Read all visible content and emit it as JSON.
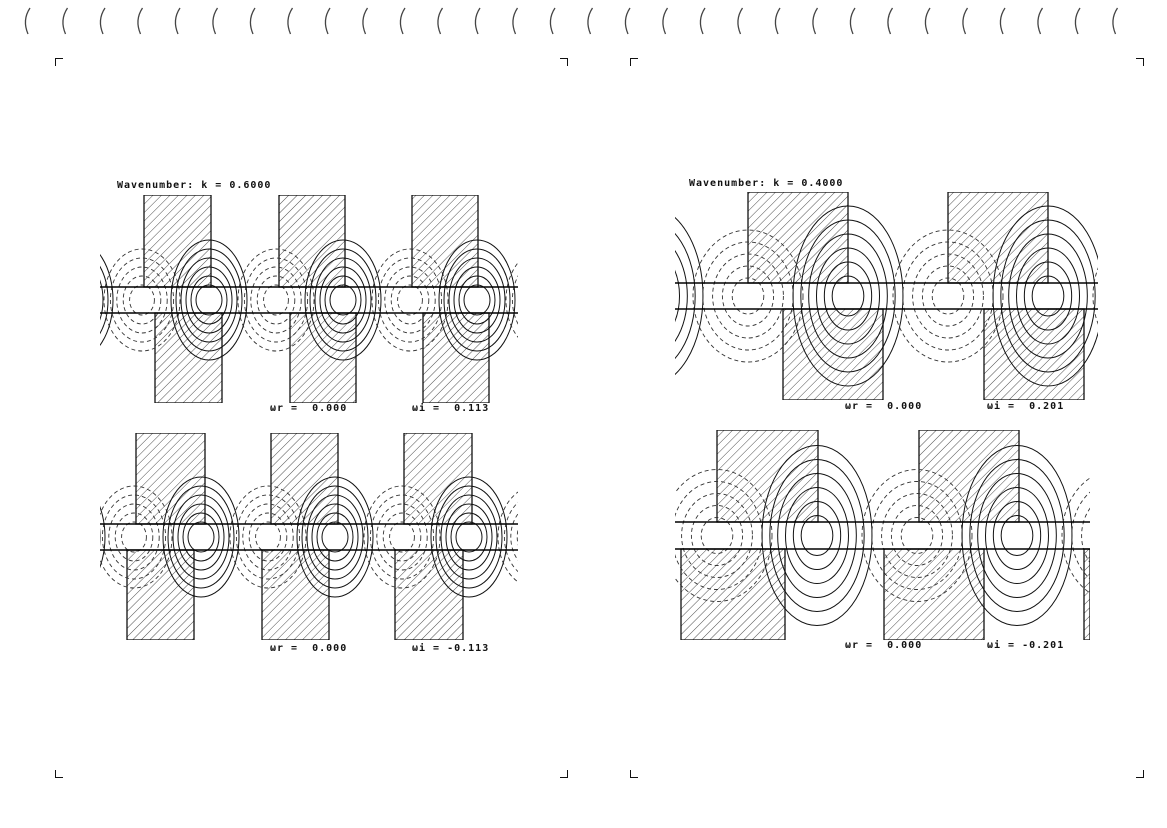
{
  "panels": [
    {
      "id": "top-left",
      "title": "Wavenumber: k = 0.6000",
      "omega_r": "ωr =  0.000",
      "omega_i": "ωi =  0.113"
    },
    {
      "id": "bottom-left",
      "title": "",
      "omega_r": "ωr =  0.000",
      "omega_i": "ωi = -0.113"
    },
    {
      "id": "top-right",
      "title": "Wavenumber: k = 0.4000",
      "omega_r": "ωr =  0.000",
      "omega_i": "ωi =  0.201"
    },
    {
      "id": "bottom-right",
      "title": "",
      "omega_r": "ωr =  0.000",
      "omega_i": "ωi = -0.201"
    }
  ],
  "colors": {
    "ink": "#111111",
    "paper": "#ffffff"
  }
}
